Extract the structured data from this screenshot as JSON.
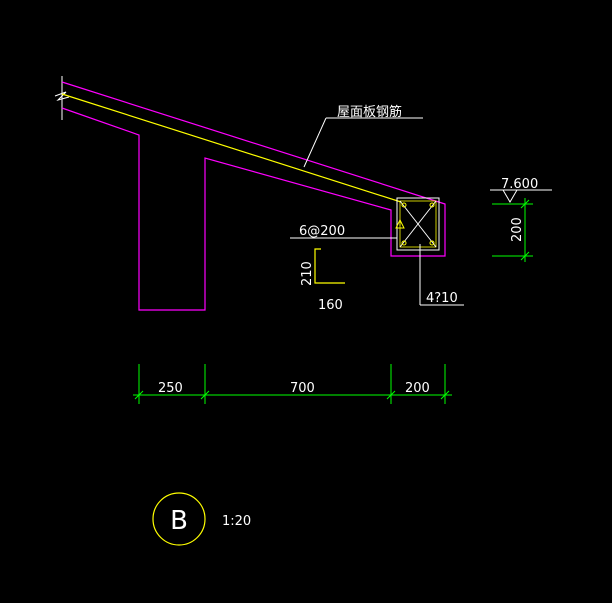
{
  "colors": {
    "background": "#000000",
    "concrete_outline": "#ff00ff",
    "rebar": "#ffff00",
    "dimension": "#00ff00",
    "text": "#ffffff",
    "section_marker": "#ffff00"
  },
  "labels": {
    "roof_rebar": "屋面板钢筋",
    "stirrup_spec": "6@200",
    "stirrup_height": "210",
    "stirrup_width": "160",
    "long_bars": "4?10",
    "elevation": "7.600",
    "beam_depth": "200"
  },
  "dimensions": [
    "250",
    "700",
    "200"
  ],
  "section": {
    "letter": "B",
    "scale": "1:20"
  }
}
